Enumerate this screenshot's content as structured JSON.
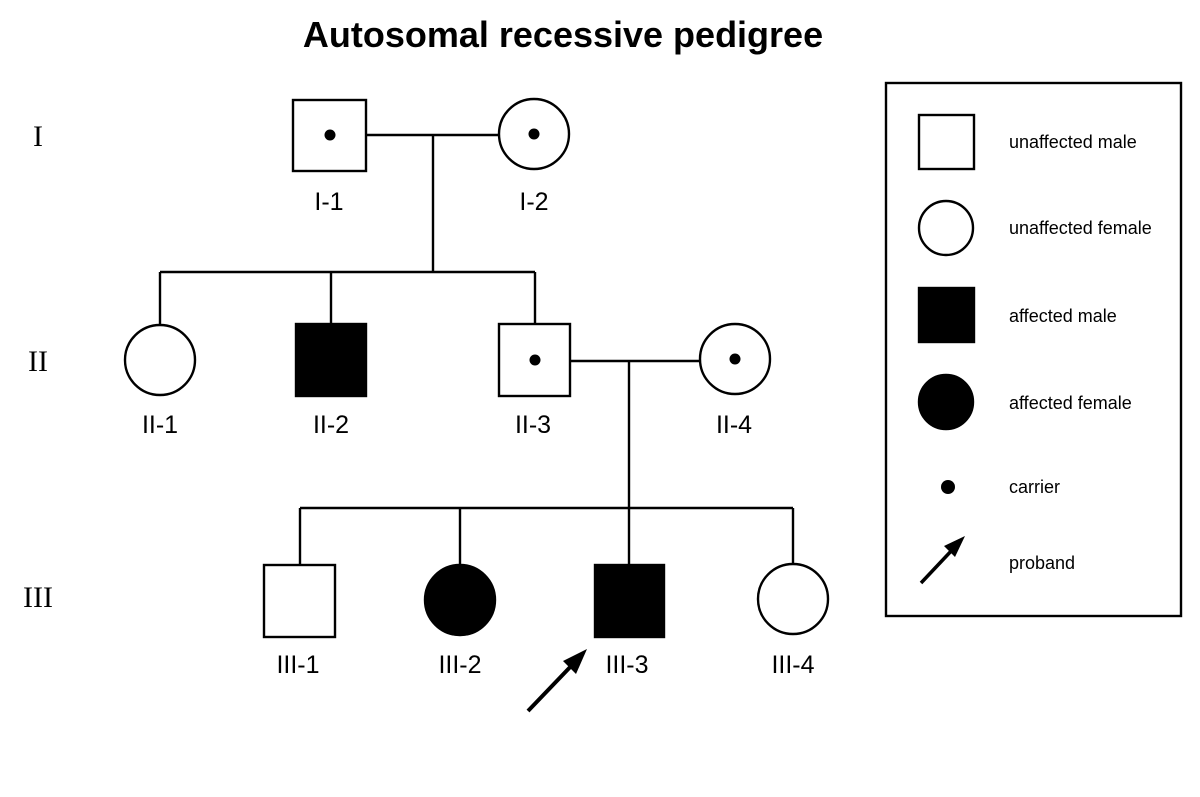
{
  "title": "Autosomal recessive pedigree",
  "generations": [
    "I",
    "II",
    "III"
  ],
  "individuals": [
    {
      "id": "I-1",
      "label": "I-1",
      "sex": "male",
      "status": "carrier"
    },
    {
      "id": "I-2",
      "label": "I-2",
      "sex": "female",
      "status": "carrier"
    },
    {
      "id": "II-1",
      "label": "II-1",
      "sex": "female",
      "status": "unaffected"
    },
    {
      "id": "II-2",
      "label": "II-2",
      "sex": "male",
      "status": "affected"
    },
    {
      "id": "II-3",
      "label": "II-3",
      "sex": "male",
      "status": "carrier"
    },
    {
      "id": "II-4",
      "label": "II-4",
      "sex": "female",
      "status": "carrier"
    },
    {
      "id": "III-1",
      "label": "III-1",
      "sex": "male",
      "status": "unaffected"
    },
    {
      "id": "III-2",
      "label": "III-2",
      "sex": "female",
      "status": "affected"
    },
    {
      "id": "III-3",
      "label": "III-3",
      "sex": "male",
      "status": "affected",
      "proband": true
    },
    {
      "id": "III-4",
      "label": "III-4",
      "sex": "female",
      "status": "unaffected"
    }
  ],
  "legend": {
    "unaffected_male": "unaffected male",
    "unaffected_female": "unaffected female",
    "affected_male": "affected male",
    "affected_female": "affected female",
    "carrier": "carrier",
    "proband": "proband"
  },
  "colors": {
    "line": "#000000",
    "fill_affected": "#000000",
    "fill_unaffected": "#ffffff"
  }
}
